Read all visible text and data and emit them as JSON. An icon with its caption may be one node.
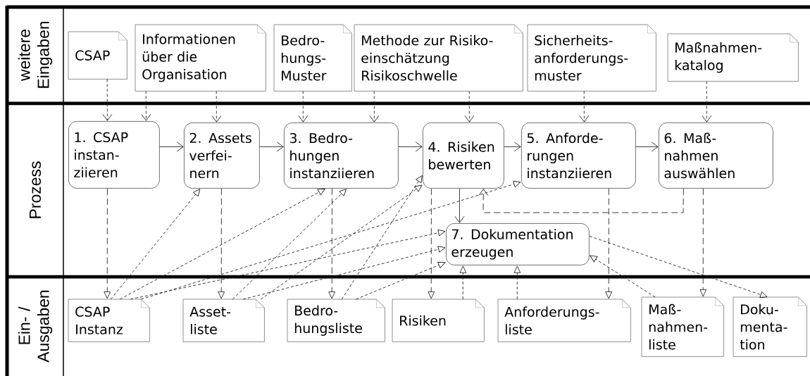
{
  "diagram": {
    "nodes": [
      {
        "text": [
          "CSAP"
        ]
      },
      {
        "text": [
          "Informationen über die Organisation"
        ]
      },
      {
        "text": [
          "Bedro- hungs- Muster"
        ]
      },
      {
        "text": [
          "Methode zur Risiko- einschätzung",
          "Risikoschwelle"
        ]
      },
      {
        "text": [
          "Sicherheits- anforderungs- muster"
        ]
      },
      {
        "text": [
          "Maßnahmen- katalog"
        ]
      },
      {
        "text": [
          "1. CSAP instan- ziieren"
        ]
      },
      {
        "text": [
          "2. Assets verfei- nern"
        ]
      },
      {
        "text": [
          "3. Bedro- hungen instanziieren"
        ]
      },
      {
        "text": [
          "4. Risiken bewerten"
        ]
      },
      {
        "text": [
          "5. Anforde- rungen instanziieren"
        ]
      },
      {
        "text": [
          "6. Maß- nahmen auswählen"
        ]
      },
      {
        "text": [
          "7. Dokumentation erzeugen"
        ]
      },
      {
        "text": [
          "CSAP Instanz"
        ]
      },
      {
        "text": [
          "Asset- liste"
        ]
      },
      {
        "text": [
          "Bedro- hungsliste"
        ]
      },
      {
        "text": [
          "Risiken"
        ]
      },
      {
        "text": [
          "Anforderungs- liste"
        ]
      },
      {
        "text": [
          "Maß- nahmen- liste"
        ]
      },
      {
        "text": [
          "Doku- menta- tion"
        ]
      }
    ],
    "edges": [
      {
        "from": 0,
        "to": 6,
        "arrow": "to",
        "style": "dashed"
      },
      {
        "from": 1,
        "to": 6,
        "arrow": "to",
        "style": "dashed"
      },
      {
        "from": 1,
        "to": 7,
        "arrow": "to",
        "style": "dashed"
      },
      {
        "from": 2,
        "to": 8,
        "arrow": "to",
        "style": "dashed"
      },
      {
        "from": 3,
        "to": 8,
        "arrow": "to",
        "style": "dashed"
      },
      {
        "from": 3,
        "to": 9,
        "arrow": "to",
        "style": "dashed"
      },
      {
        "from": 4,
        "to": 10,
        "arrow": "to",
        "style": "dashed"
      },
      {
        "from": 5,
        "to": 11,
        "arrow": "to",
        "style": "dashed"
      },
      {
        "from": 6,
        "to": 7,
        "arrow": "to"
      },
      {
        "from": 7,
        "to": 8,
        "arrow": "to"
      },
      {
        "from": 8,
        "to": 9,
        "arrow": "to"
      },
      {
        "from": 9,
        "to": 10,
        "arrow": "to"
      },
      {
        "from": 10,
        "to": 11,
        "arrow": "to"
      },
      {
        "from": 9,
        "to": 12,
        "arrow": "to"
      },
      {
        "from": 6,
        "to": 13,
        "arrow": "to",
        "style": "dashed"
      },
      {
        "from": 7,
        "to": 14,
        "arrow": "to",
        "style": "dashed"
      },
      {
        "from": 8,
        "to": 15,
        "arrow": "to",
        "style": "dashed"
      },
      {
        "from": 9,
        "to": 16,
        "arrow": "to",
        "style": "dashed"
      },
      {
        "from": 10,
        "to": 17,
        "arrow": "to",
        "style": "dashed"
      },
      {
        "from": 11,
        "to": 18,
        "arrow": "to",
        "style": "dashed"
      },
      {
        "from": 11,
        "to": 9,
        "arrow": "to",
        "style": "dashed"
      },
      {
        "from": 13,
        "to": 7,
        "arrow": "to",
        "style": "dashed"
      },
      {
        "from": 13,
        "to": 8,
        "arrow": "to",
        "style": "dashed"
      },
      {
        "from": 13,
        "to": 12,
        "arrow": "to",
        "style": "dashed"
      },
      {
        "from": 13,
        "to": 10,
        "arrow": "to",
        "style": "dashed"
      },
      {
        "from": 14,
        "to": 8,
        "arrow": "to",
        "style": "dashed"
      },
      {
        "from": 14,
        "to": 9,
        "arrow": "to",
        "style": "dashed"
      },
      {
        "from": 14,
        "to": 12,
        "arrow": "to",
        "style": "dashed"
      },
      {
        "from": 15,
        "to": 9,
        "arrow": "to",
        "style": "dashed"
      },
      {
        "from": 15,
        "to": 12,
        "arrow": "to",
        "style": "dashed"
      },
      {
        "from": 16,
        "to": 12,
        "arrow": "to",
        "style": "dashed"
      },
      {
        "from": 17,
        "to": 12,
        "arrow": "to",
        "style": "dashed"
      },
      {
        "from": 18,
        "to": 12,
        "arrow": "to",
        "style": "dashed"
      },
      {
        "from": 12,
        "to": 19,
        "arrow": "to",
        "style": "dashed"
      }
    ],
    "labels": [
      "weitere Eingaben",
      "Prozess",
      "Ein- / Ausgaben"
    ]
  }
}
